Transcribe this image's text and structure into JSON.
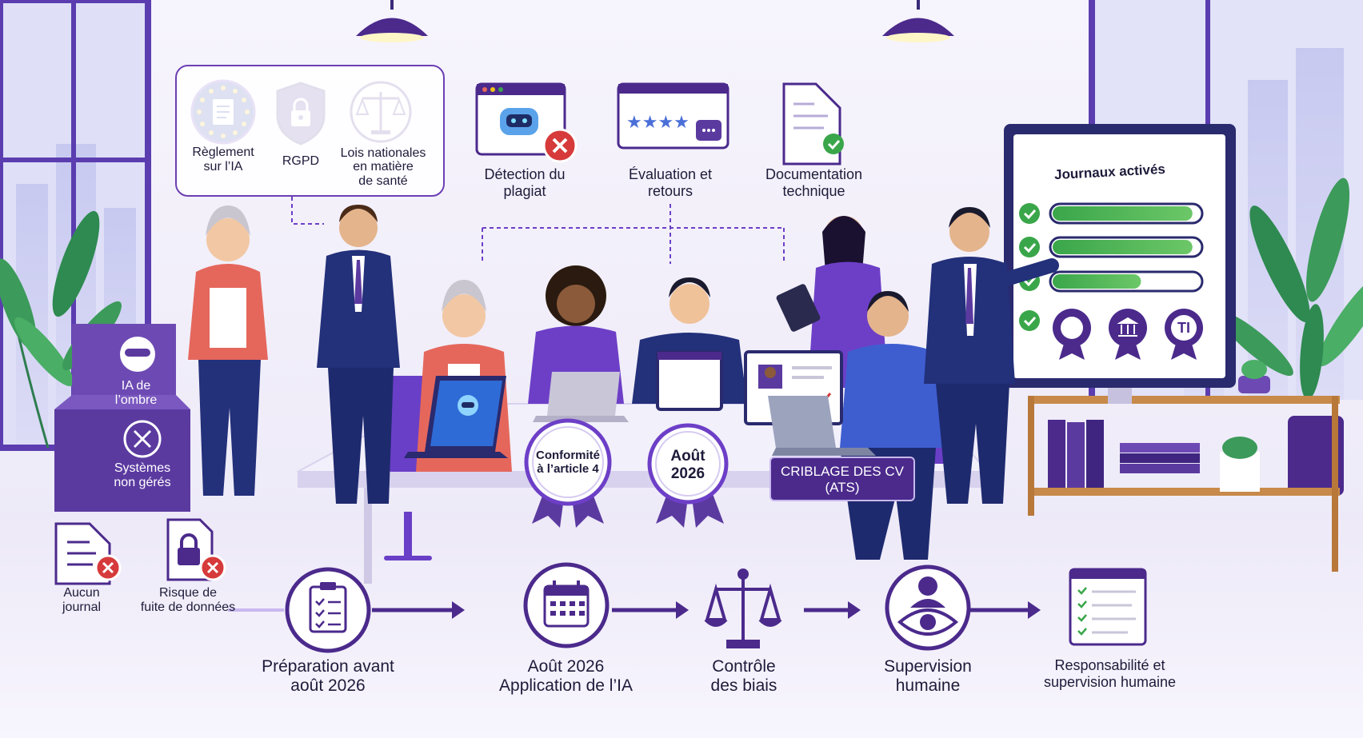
{
  "regulations": {
    "eu_act": [
      "Règlement",
      "sur l’IA"
    ],
    "gdpr": "RGPD",
    "health_laws": [
      "Lois nationales",
      "en matière",
      "de santé"
    ]
  },
  "tools": {
    "plagiarism": [
      "Détection du",
      "plagiat"
    ],
    "evaluation": [
      "Évaluation et",
      "retours"
    ],
    "documentation": [
      "Documentation",
      "technique"
    ]
  },
  "risks": {
    "shadow_ai": [
      "IA de",
      "l’ombre"
    ],
    "unmanaged": [
      "Systèmes",
      "non gérés"
    ],
    "no_log": [
      "Aucun",
      "journal"
    ],
    "data_leak": [
      "Risque de",
      "fuite de données"
    ]
  },
  "badges": {
    "article4": [
      "Conformité",
      "à l’article 4"
    ],
    "august": [
      "Août",
      "2026"
    ]
  },
  "ats": [
    "CRIBLAGE DES CV",
    "(ATS)"
  ],
  "board": {
    "title": "Journaux activés",
    "bars": [
      0.95,
      0.95,
      0.6
    ],
    "seal_text": "TI"
  },
  "timeline": {
    "step1": [
      "Préparation avant",
      "août 2026"
    ],
    "step2": [
      "Août 2026",
      "Application de l’IA"
    ],
    "step3": [
      "Contrôle",
      "des biais"
    ],
    "step4": [
      "Supervision",
      "humaine"
    ],
    "step5": [
      "Responsabilité et",
      "supervision humaine"
    ]
  },
  "colors": {
    "purple": "#4b2a8c",
    "violet": "#6d3fc7",
    "red": "#d63a3a",
    "green": "#3aa64a",
    "blue_suit": "#23307a",
    "coral": "#e5675c",
    "eu_blue": "#1f3aa0",
    "eu_star": "#f2c318"
  }
}
